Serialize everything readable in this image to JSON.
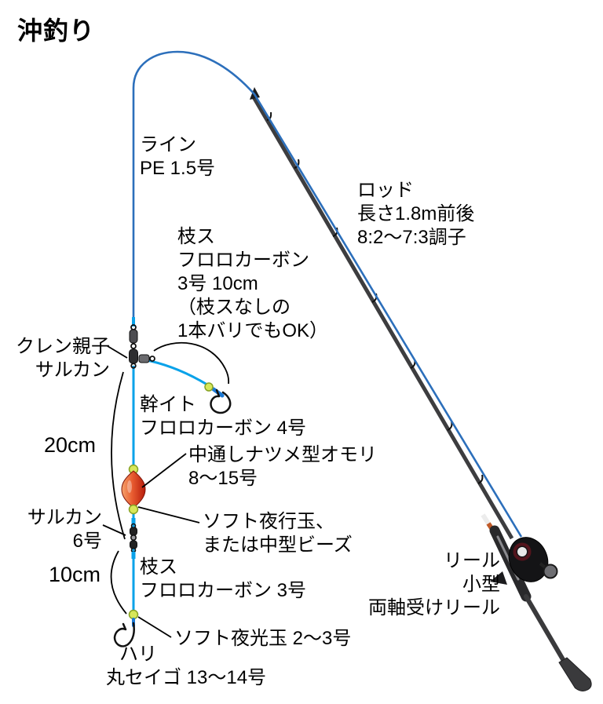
{
  "title": "沖釣り",
  "colors": {
    "main_line": "#2c6fbb",
    "leader_line": "#09a2e9",
    "knot_line": "#1b79d6",
    "rod": "#3d3d3f",
    "rod_band_orange": "#c05a28",
    "sinker": "#d84315",
    "bead": "#d7e75a",
    "reel_body": "#141416",
    "reel_ring": "#53141c",
    "callout": "#000000"
  },
  "labels": {
    "line": {
      "lines": [
        "ライン",
        "PE 1.5号"
      ]
    },
    "rod": {
      "lines": [
        "ロッド",
        "長さ1.8m前後",
        "8:2〜7:3調子"
      ]
    },
    "branch_top": {
      "lines": [
        "枝ス",
        "フロロカーボン",
        "3号 10cm",
        "（枝スなしの",
        "1本バリでもOK）"
      ]
    },
    "swivel_3way": {
      "lines": [
        "クレン親子",
        "サルカン"
      ]
    },
    "main_leader": {
      "lines": [
        "幹イト",
        "フロロカーボン 4号"
      ]
    },
    "length_20cm": "20cm",
    "sinker": {
      "lines": [
        "中通しナツメ型オモリ",
        "8〜15号"
      ]
    },
    "swivel_6": {
      "lines": [
        "サルカン",
        "6号"
      ]
    },
    "soft_bead": {
      "lines": [
        "ソフト夜行玉、",
        "または中型ビーズ"
      ]
    },
    "length_10cm": "10cm",
    "branch_bottom": {
      "lines": [
        "枝ス",
        "フロロカーボン 3号"
      ]
    },
    "glow_bead": "ソフト夜光玉 2〜3号",
    "hook": {
      "lines": [
        "ハリ",
        "丸セイゴ 13〜14号"
      ]
    },
    "reel": {
      "lines": [
        "リール",
        "小型",
        "両軸受けリール"
      ]
    }
  }
}
